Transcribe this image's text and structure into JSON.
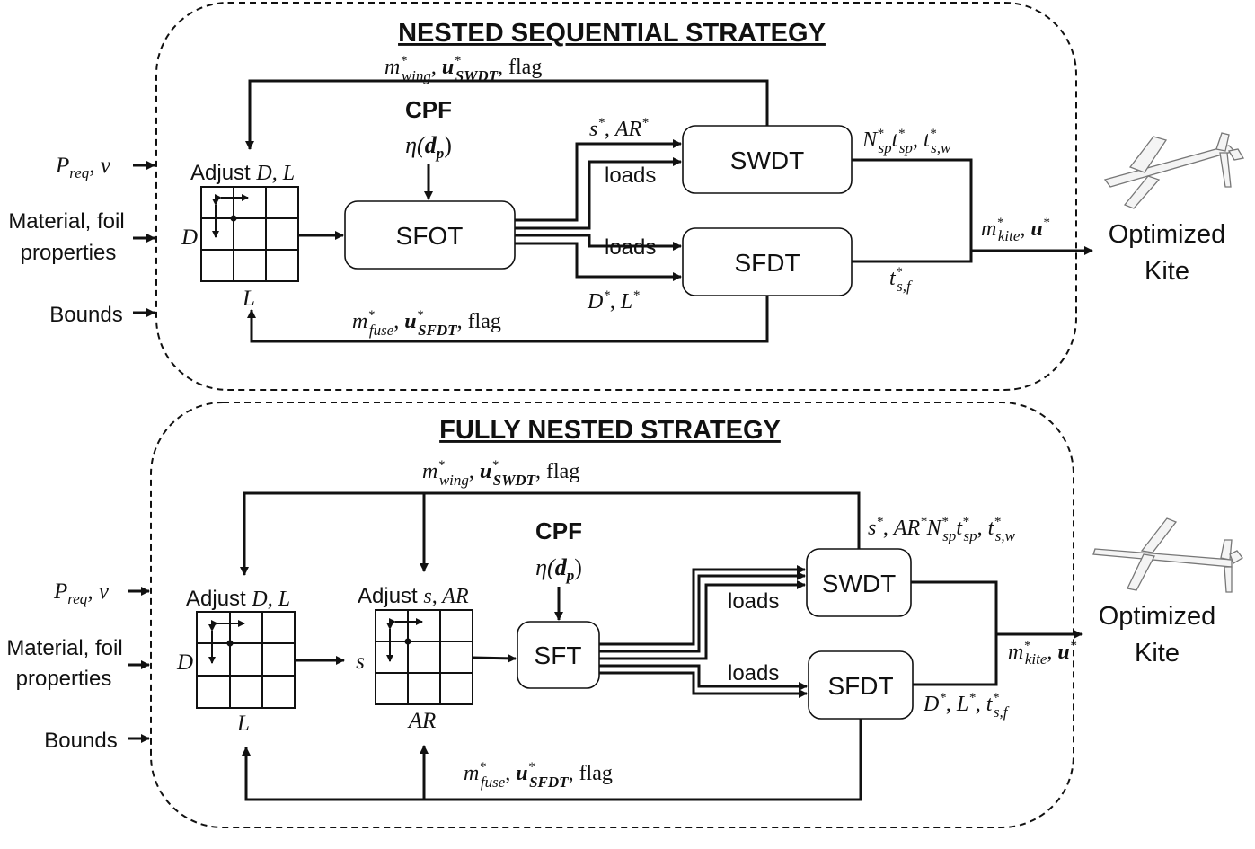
{
  "top": {
    "title": "NESTED SEQUENTIAL STRATEGY",
    "feedback_wing": {
      "m": "m",
      "m_sup": "*",
      "m_sub": "wing",
      "u": "u",
      "u_sup": "*",
      "u_sub": "SWDT",
      "flag": ", flag"
    },
    "feedback_fuse": {
      "m": "m",
      "m_sup": "*",
      "m_sub": "fuse",
      "u": "u",
      "u_sup": "*",
      "u_sub": "SFDT",
      "flag": ", flag"
    },
    "cpf": "CPF",
    "eta": "η(",
    "dp": "d",
    "dp_sub": "p",
    "eta_close": ")",
    "adjust": "Adjust ",
    "adjust_vars": "D, L",
    "grid_row_label": "D",
    "grid_col_label": "L",
    "optimizer": "SFOT",
    "wing_tool": "SWDT",
    "fuse_tool": "SFDT",
    "s_ar": "s*, AR*",
    "loads_top": "loads",
    "loads_bottom": "loads",
    "d_l": "D*, L*",
    "wing_out": "N*sp t*sp, t*s,w",
    "fuse_out": "t*s,f",
    "kite_out": "m*kite, u*",
    "result": [
      "Optimized",
      "Kite"
    ]
  },
  "bottom": {
    "title": "FULLY NESTED STRATEGY",
    "feedback_wing": {
      "m": "m",
      "m_sup": "*",
      "m_sub": "wing",
      "u": "u",
      "u_sup": "*",
      "u_sub": "SWDT",
      "flag": ", flag"
    },
    "feedback_fuse": {
      "m": "m",
      "m_sup": "*",
      "m_sub": "fuse",
      "u": "u",
      "u_sup": "*",
      "u_sub": "SFDT",
      "flag": ", flag"
    },
    "cpf": "CPF",
    "eta": "η(",
    "dp": "d",
    "dp_sub": "p",
    "eta_close": ")",
    "adjust1": "Adjust ",
    "adjust1_vars": "D, L",
    "adjust2": "Adjust ",
    "adjust2_vars": "s, AR",
    "grid1_row_label": "D",
    "grid1_col_label": "L",
    "grid2_row_label": "s",
    "grid2_col_label": "AR",
    "optimizer": "SFT",
    "wing_tool": "SWDT",
    "fuse_tool": "SFDT",
    "loads_top": "loads",
    "loads_bottom": "loads",
    "wing_out": "s*, AR*N*sp t*sp, t*s,w",
    "fuse_out": "D*, L*, t*s,f",
    "kite_out": "m*kite, u*",
    "result": [
      "Optimized",
      "Kite"
    ]
  },
  "inputs": {
    "power": "Preq, v",
    "material": [
      "Material, foil",
      "properties"
    ],
    "bounds": "Bounds"
  },
  "icons": {
    "kite": "kite-icon",
    "grid": "design-grid-icon"
  }
}
